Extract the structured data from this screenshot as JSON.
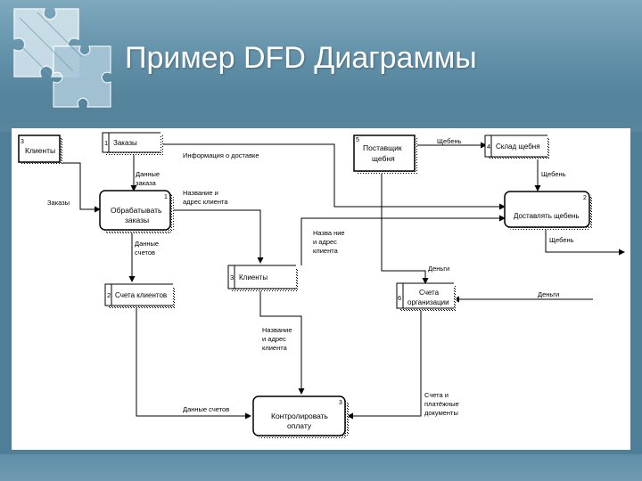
{
  "title": "Пример DFD Диаграммы",
  "external_entities": [
    {
      "num": "3",
      "name": "Клиенты"
    },
    {
      "num": "5",
      "name_l1": "Поставщик",
      "name_l2": "щебня"
    }
  ],
  "processes": [
    {
      "num": "1",
      "name_l1": "Обрабатывать",
      "name_l2": "заказы"
    },
    {
      "num": "2",
      "name": "Доставлять щебень"
    },
    {
      "num": "3",
      "name_l1": "Контролировать",
      "name_l2": "оплату"
    }
  ],
  "data_stores": [
    {
      "num": "1",
      "name": "Заказы"
    },
    {
      "num": "4",
      "name": "Склад щебня"
    },
    {
      "num": "3",
      "name": "Клиенты"
    },
    {
      "num": "2",
      "name": "Счета клиентов"
    },
    {
      "num": "6",
      "name_l1": "Счета",
      "name_l2": "организации"
    }
  ],
  "flows": {
    "zakazy": "Заказы",
    "info_dostavke": "Информация о доставке",
    "shcheben_1": "Щебень",
    "shcheben_2": "Щебень",
    "shcheben_3": "Щебень",
    "dannye_zakaza_l1": "Данные",
    "dannye_zakaza_l2": "заказа",
    "nazv_adres_1_l1": "Название и",
    "nazv_adres_1_l2": "адрес клиента",
    "nazv_adres_2_l1": "Назва ние",
    "nazv_adres_2_l2": "и адрес",
    "nazv_adres_2_l3": "клиента",
    "dannye_schetov_1_l1": "Данные",
    "dannye_schetov_1_l2": "счетов",
    "dengi_1": "Деньги",
    "dengi_2": "Деньги",
    "nazv_adres_3_l1": "Название",
    "nazv_adres_3_l2": "и адрес",
    "nazv_adres_3_l3": "клиента",
    "dannye_schetov_2": "Данные счетов",
    "scheta_docs_l1": "Счета и",
    "scheta_docs_l2": "платёжные",
    "scheta_docs_l3": "документы"
  },
  "colors": {
    "background": "#4f7f98",
    "title_text": "#ffffff",
    "diagram_bg": "#ffffff",
    "lines": "#000000"
  }
}
